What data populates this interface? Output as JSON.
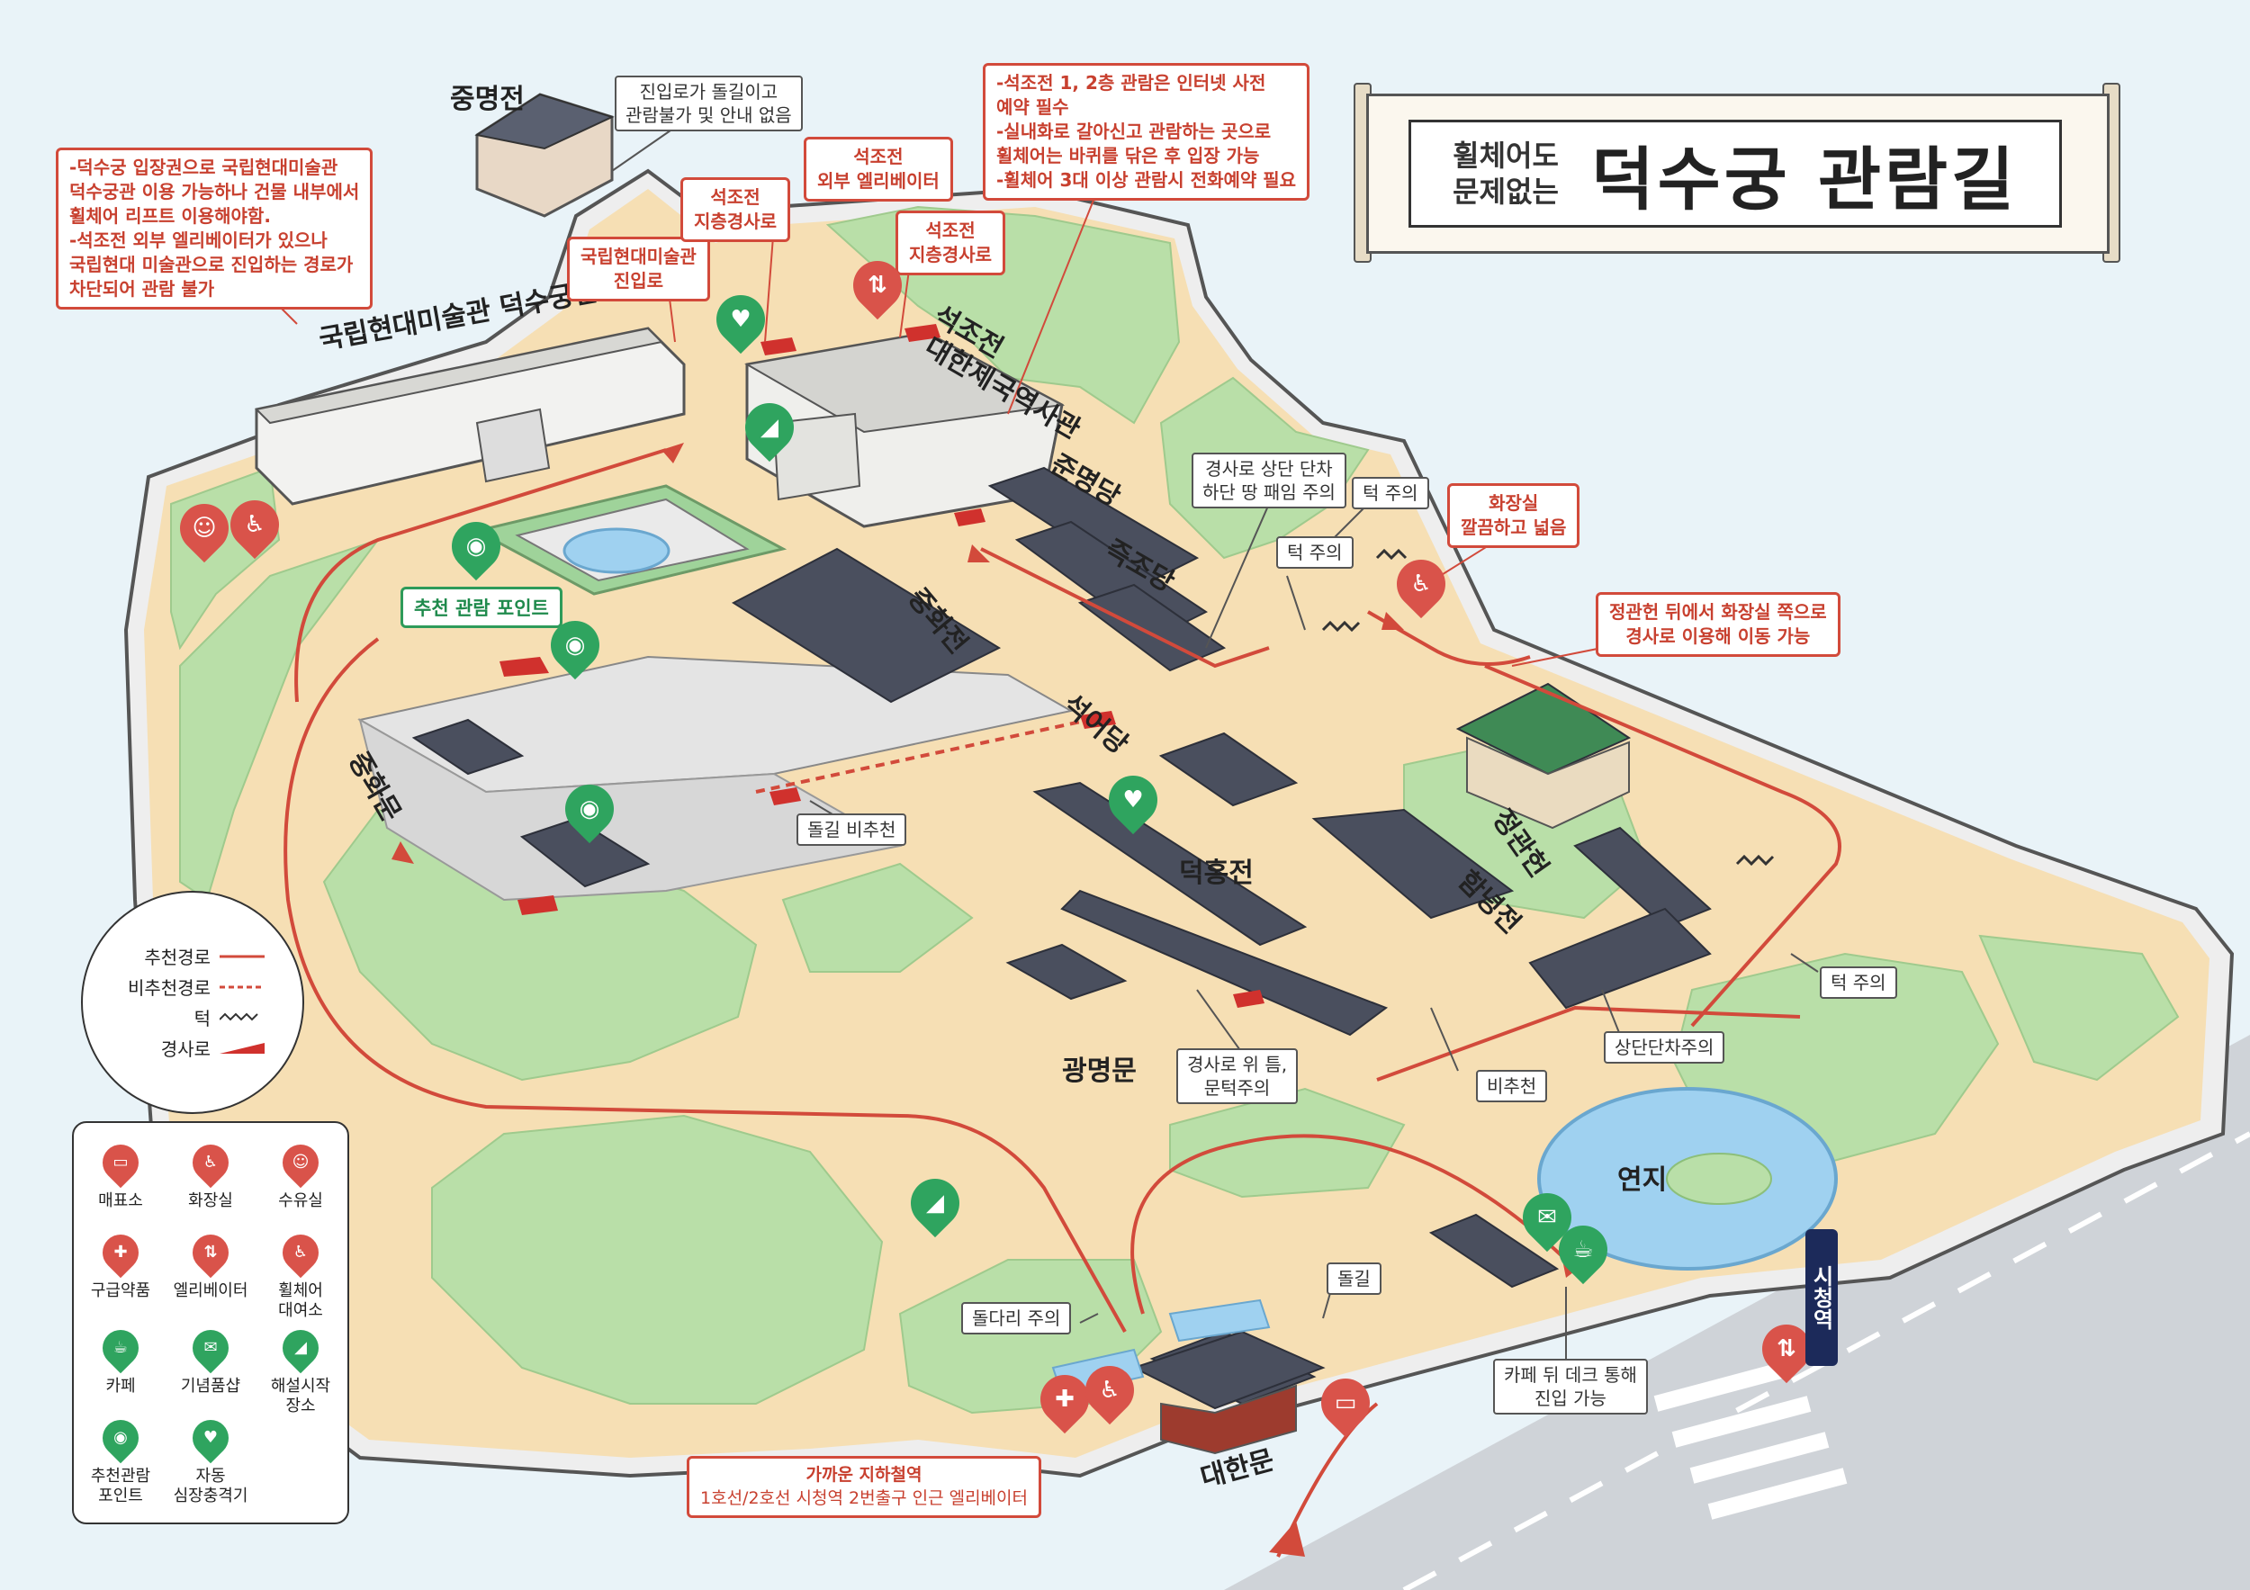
{
  "title": {
    "sub_line1": "휠체어도",
    "sub_line2": "문제없는",
    "main": "덕수궁 관람길"
  },
  "colors": {
    "background": "#e9f3f8",
    "ground": "#f6dfb4",
    "grass": "#b9dfa8",
    "wall": "#eeeeee",
    "route": "#d24a3b",
    "accent_red": "#d24a3b",
    "accent_green": "#2e9b5a",
    "pond": "#9fd1f0",
    "roof": "#4a4f5e"
  },
  "places": {
    "jongmyeongjeon": "중명전",
    "mmca": "국립현대미술관 덕수궁관",
    "seokjojeon": "석조전",
    "seokjojeon_museum": "대한제국역사관",
    "junmyeongdang": "준명당",
    "jeukjodang": "즉조당",
    "junghwajeon": "중화전",
    "seogeodang": "석어당",
    "junghwamun": "중화문",
    "jeonggwanheon": "정관헌",
    "deokhongjeon": "덕홍전",
    "hamnyeongjeon": "함녕전",
    "gwangmyeongmun": "광명문",
    "yeonji": "연지",
    "daehanmun": "대한문",
    "subway": "시청역"
  },
  "notes": {
    "jongmyeong_access": [
      "진입로가 돌길이고",
      "관람불가 및 안내 없음"
    ],
    "slope_top": [
      "경사로 상단 단차",
      "하단 땅 패임 주의"
    ],
    "bump1": "턱 주의",
    "bump2": "턱 주의",
    "bump3": "턱 주의",
    "stone_path_nonrec": "돌길 비추천",
    "slope_threshold": [
      "경사로 위 틈,",
      "문턱주의"
    ],
    "nonrec": "비추천",
    "top_step": "상단단차주의",
    "stone_bridge": "돌다리 주의",
    "stone_path": "돌길",
    "cafe_deck": [
      "카페 뒤 데크 통해",
      "진입 가능"
    ]
  },
  "red_notes": {
    "mmca_info": [
      "-덕수궁 입장권으로 국립현대미술관",
      "  덕수궁관 이용 가능하나 건물 내부에서",
      "  휠체어 리프트 이용해야함.",
      "-석조전 외부 엘리베이터가 있으나",
      "  국립현대 미술관으로 진입하는 경로가",
      "  차단되어 관람 불가"
    ],
    "mmca_entry": [
      "국립현대미술관",
      "진입로"
    ],
    "seok_slope1": [
      "석조전",
      "지층경사로"
    ],
    "seok_elevator": [
      "석조전",
      "외부 엘리베이터"
    ],
    "seok_slope2": [
      "석조전",
      "지층경사로"
    ],
    "seok_info": [
      "-석조전 1, 2층 관람은 인터넷 사전",
      "  예약 필수",
      "-실내화로 갈아신고 관람하는 곳으로",
      "  휠체어는 바퀴를 닦은 후 입장 가능",
      "-휠체어 3대 이상 관람시 전화예약 필요"
    ],
    "toilet_note": [
      "화장실",
      "깔끔하고 넓음"
    ],
    "jeonggwan_note": [
      "정관헌 뒤에서 화장실 쪽으로",
      "경사로 이용해 이동 가능"
    ],
    "subway_note_title": "가까운 지하철역",
    "subway_note_body": "1호선/2호선 시청역 2번출구 인근 엘리베이터"
  },
  "green_notes": {
    "rec_point": "추천 관람 포인트"
  },
  "legend_route": [
    {
      "label": "추천경로",
      "style": "solid"
    },
    {
      "label": "비추천경로",
      "style": "dashed"
    },
    {
      "label": "턱",
      "style": "zigzag"
    },
    {
      "label": "경사로",
      "style": "ramp"
    }
  ],
  "legend_icons": [
    {
      "label": "매표소",
      "icon": "ticket-icon",
      "color": "red",
      "glyph": "▭"
    },
    {
      "label": "화장실",
      "icon": "toilet-icon",
      "color": "red",
      "glyph": "♿"
    },
    {
      "label": "수유실",
      "icon": "nursing-room-icon",
      "color": "red",
      "glyph": "☺"
    },
    {
      "label": "구급약품",
      "icon": "first-aid-icon",
      "color": "red",
      "glyph": "✚"
    },
    {
      "label": "엘리베이터",
      "icon": "elevator-icon",
      "color": "red",
      "glyph": "⇅"
    },
    {
      "label": "휠체어\n대여소",
      "icon": "wheelchair-rental-icon",
      "color": "red",
      "glyph": "♿"
    },
    {
      "label": "카페",
      "icon": "cafe-icon",
      "color": "green",
      "glyph": "☕"
    },
    {
      "label": "기념품샵",
      "icon": "souvenir-shop-icon",
      "color": "green",
      "glyph": "✉"
    },
    {
      "label": "해설시작\n장소",
      "icon": "guide-start-icon",
      "color": "green",
      "glyph": "◢"
    },
    {
      "label": "추천관람\n포인트",
      "icon": "viewpoint-icon",
      "color": "green",
      "glyph": "◉"
    },
    {
      "label": "자동\n심장충격기",
      "icon": "aed-icon",
      "color": "green",
      "glyph": "♥"
    }
  ]
}
